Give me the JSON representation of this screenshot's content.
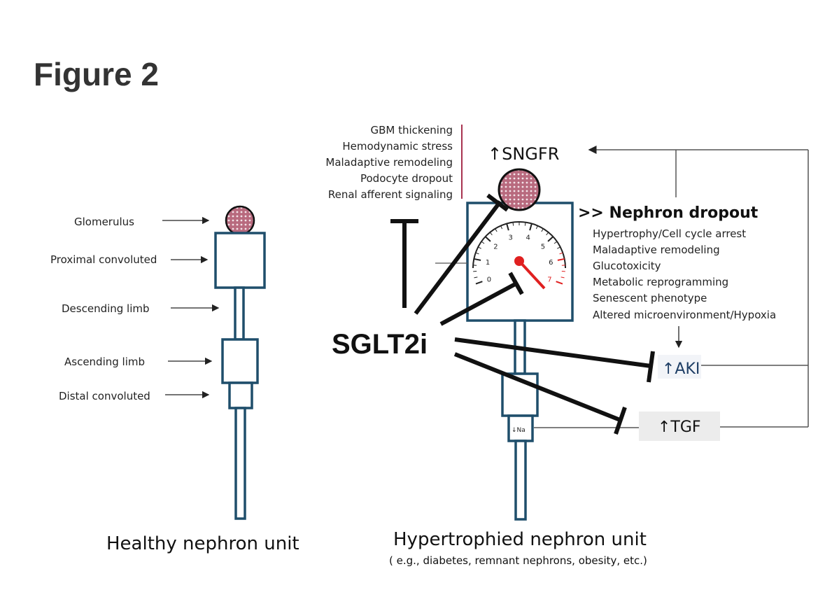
{
  "figure_title": "Figure 2",
  "healthy": {
    "labels": {
      "glomerulus": "Glomerulus",
      "proximal": "Proximal convoluted",
      "descending": "Descending limb",
      "ascending": "Ascending limb",
      "distal": "Distal convoluted"
    },
    "caption": "Healthy nephron unit"
  },
  "hypertrophied": {
    "caption": "Hypertrophied nephron unit",
    "sub_caption": "( e.g., diabetes, remnant nephrons, obesity, etc.)",
    "sngfr": "↑SNGFR",
    "glomerular_changes": [
      "GBM thickening",
      "Hemodynamic stress",
      "Maladaptive remodeling",
      "Podocyte dropout",
      "Renal afferent signaling"
    ],
    "dropout_title": ">> Nephron dropout",
    "dropout_items": [
      "Hypertrophy/Cell cycle arrest",
      "Maladaptive remodeling",
      "Glucotoxicity",
      "Metabolic reprogramming",
      "Senescent phenotype",
      "Altered microenvironment/Hypoxia"
    ],
    "aki": "↑AKI",
    "tgf": "↑TGF",
    "na": "↓Na",
    "gauge_ticks": [
      "0",
      "1",
      "2",
      "3",
      "4",
      "5",
      "6",
      "7"
    ]
  },
  "drug": "SGLT2i",
  "colors": {
    "tube": "#1f4e6b",
    "glomerulus_fill": "#c27a8c",
    "gauge_red": "#e02020",
    "bracket": "#a8324f",
    "tgf_box": "#ececec",
    "aki_box": "#f2f4f8"
  }
}
